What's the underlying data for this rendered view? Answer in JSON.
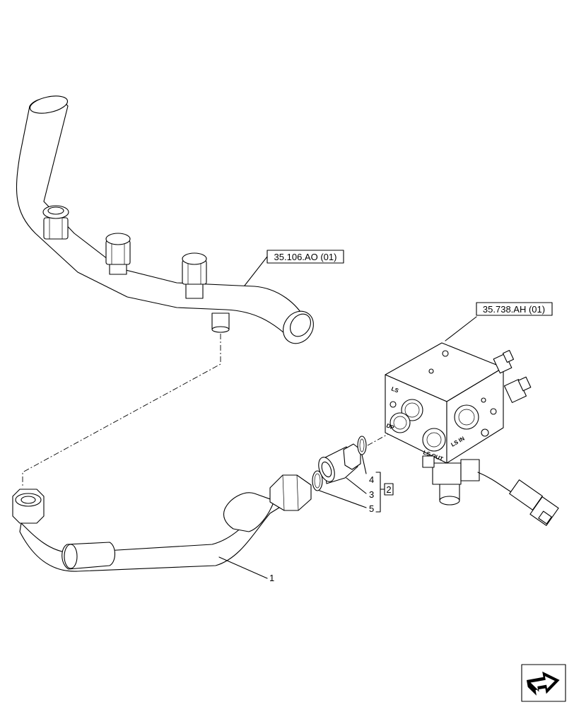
{
  "references": {
    "pipe_ref": "35.106.AO (01)",
    "valve_ref": "35.738.AH (01)"
  },
  "callouts": {
    "item_1": "1",
    "item_2": "2",
    "item_3": "3",
    "item_4": "4",
    "item_5": "5"
  },
  "port_markings": {
    "ls": "LS",
    "ls_in": "LS IN",
    "ls_out": "LS OUT",
    "dp": "DP"
  },
  "icons": {
    "corner": "next-page-arrow-icon"
  }
}
